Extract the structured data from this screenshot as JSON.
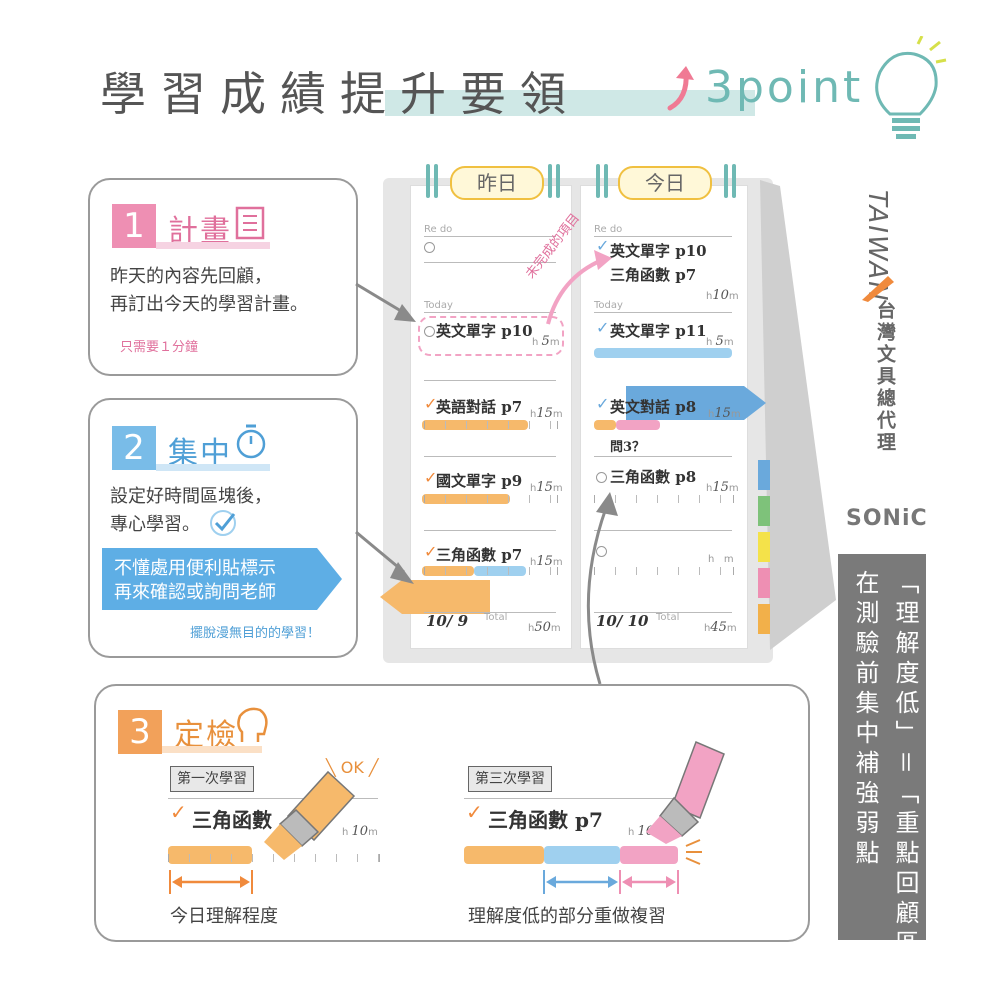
{
  "headline": {
    "title": "學習成績提升要領",
    "suffix": "3point"
  },
  "brand": {
    "taiwan": "TAIWAN",
    "agent": "台灣文具總代理",
    "logo": "SONiC"
  },
  "banner": {
    "line_left": "在測驗前集中補強弱點",
    "line_right": "「理解度低」＝「重點回顧區」"
  },
  "sections": {
    "plan": {
      "number": "1",
      "title": "計畫",
      "body1": "昨天的內容先回顧，",
      "body2": "再訂出今天的學習計畫。",
      "note": "只需要１分鐘"
    },
    "focus": {
      "number": "2",
      "title": "集中",
      "body1": "設定好時間區塊後，",
      "body2": "專心學習。",
      "callout1": "不懂處用便利貼標示",
      "callout2": "再來確認或詢問老師",
      "note": "擺脫漫無目的的學習！"
    },
    "check": {
      "number": "3",
      "title": "定檢",
      "first_label": "第一次學習",
      "third_label": "第三次學習",
      "ok": "OK",
      "first_item": "三角函數",
      "first_h": "10",
      "third_item": "三角函數 p7",
      "third_h": "10",
      "caption_left": "今日理解程度",
      "caption_right": "理解度低的部分重做複習"
    }
  },
  "notebook": {
    "yesterday": {
      "tab": "昨日",
      "redo_label": "Re do",
      "today_label": "Today",
      "total_label": "Total",
      "rows": [
        {
          "text": "英文單字 p10",
          "h": "5"
        },
        {
          "text": "英語對話 p7",
          "h": "15"
        },
        {
          "text": "國文單字 p9",
          "h": "15"
        },
        {
          "text": "三角函數 p7",
          "h": "15"
        }
      ],
      "date_month": "10",
      "date_day": "9",
      "total": "50"
    },
    "today": {
      "tab": "今日",
      "redo_label": "Re do",
      "today_label": "Today",
      "total_label": "Total",
      "redo_rows": [
        {
          "text": "英文單字 p10"
        },
        {
          "text": "三角函數 p7"
        }
      ],
      "redo_h": "10",
      "rows": [
        {
          "text": "英文單字 p11",
          "h": "5"
        },
        {
          "text": "英文對話 p8",
          "h": "15"
        },
        {
          "text": "問3？",
          "h": ""
        },
        {
          "text": "三角函數 p8",
          "h": "15"
        }
      ],
      "date_month": "10",
      "date_day": "10",
      "total": "45"
    },
    "carry_note": "未完成的項目",
    "unit_h": "h",
    "unit_m": "m"
  },
  "colors": {
    "orange": "#f6b96b",
    "blue": "#9fd0ef",
    "pink": "#f2a3c4",
    "teal": "#6fb9b4",
    "gray": "#9a9a9a",
    "arrow_blue": "#6aa9dc"
  }
}
